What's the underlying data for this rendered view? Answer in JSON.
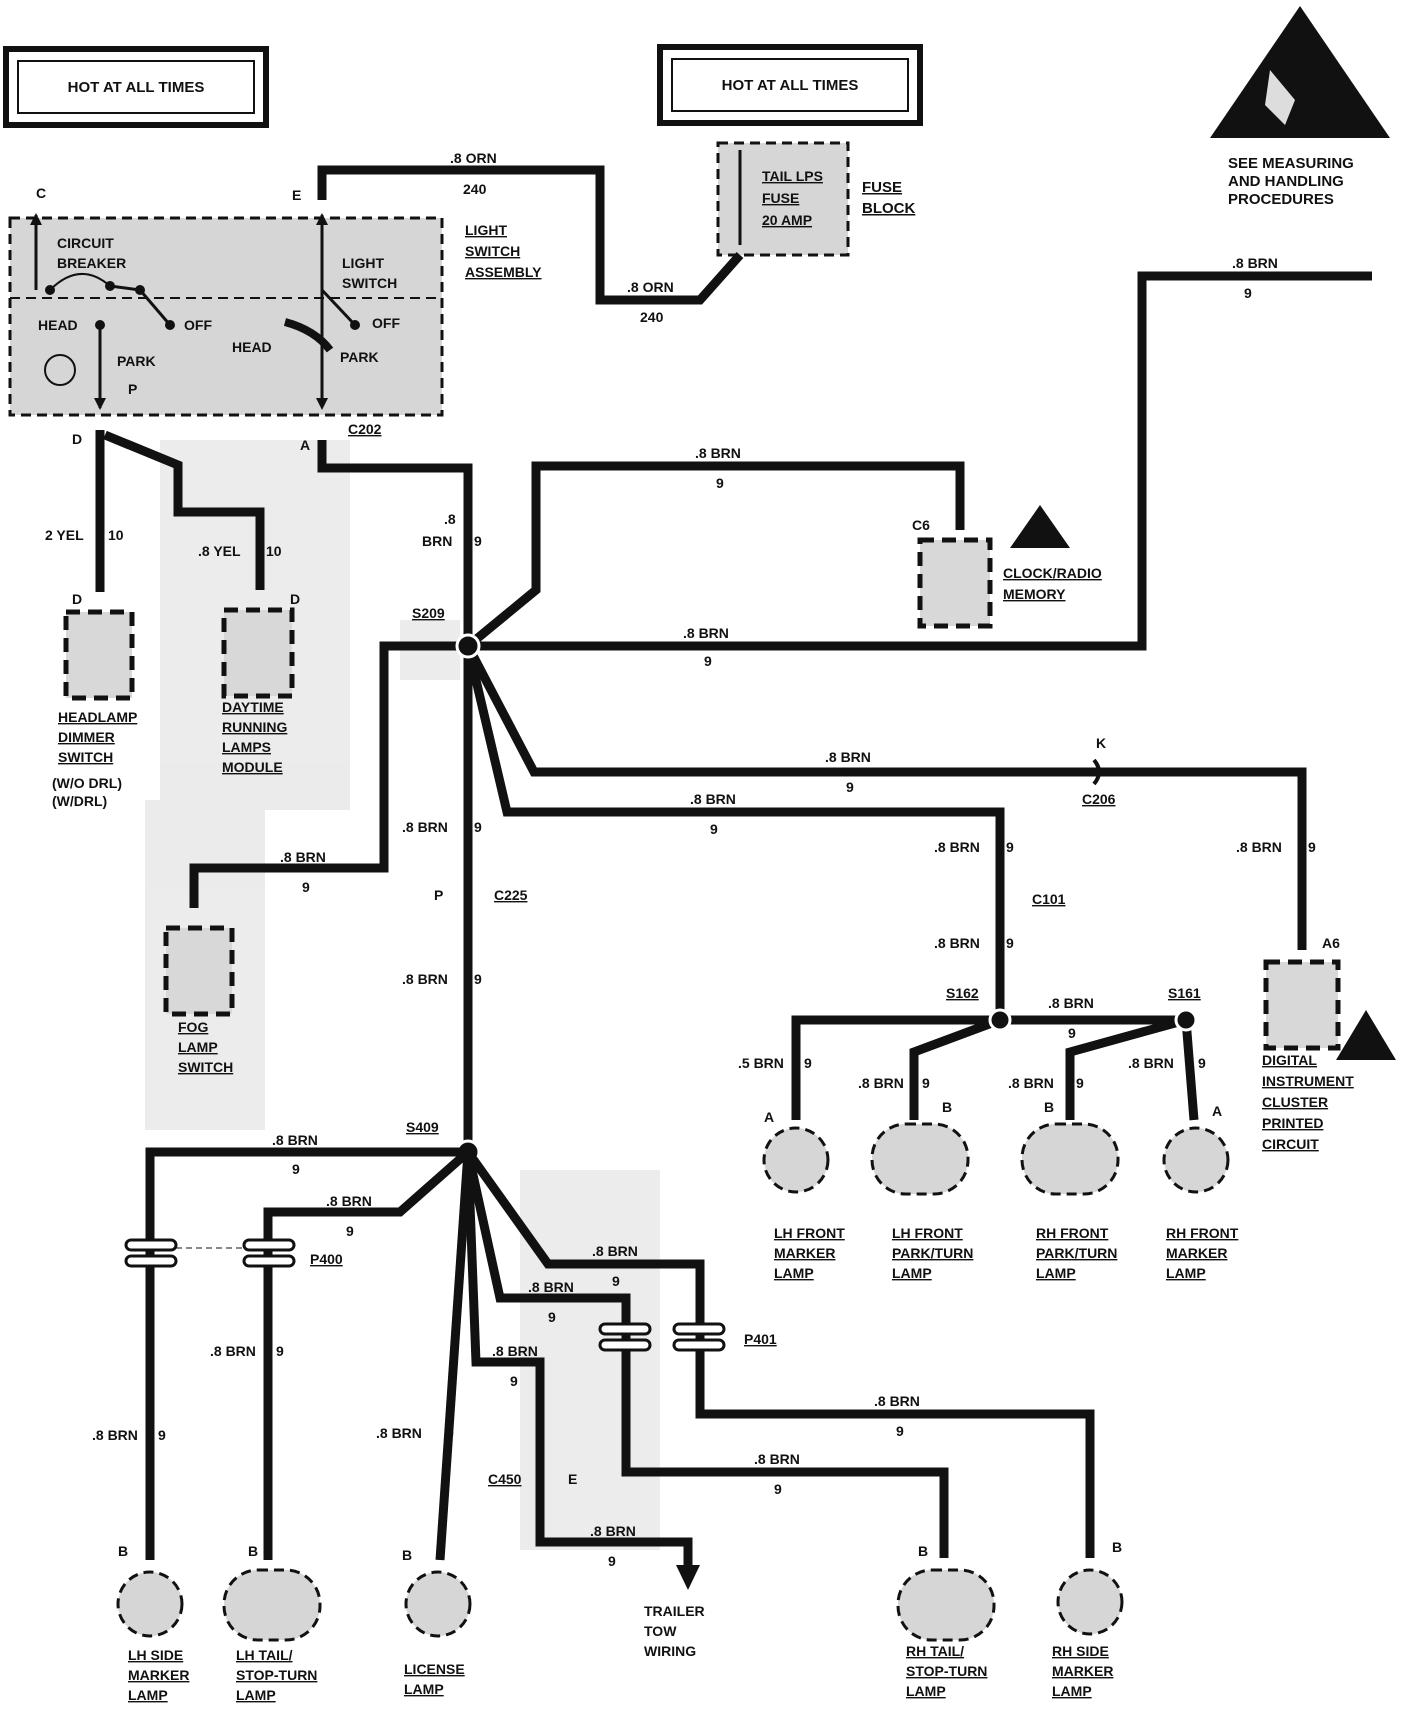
{
  "hot_boxes": [
    {
      "label": "HOT AT ALL TIMES"
    },
    {
      "label": "HOT AT ALL TIMES"
    }
  ],
  "esd_note": [
    "SEE MEASURING",
    "AND HANDLING",
    "PROCEDURES"
  ],
  "fuse_block": {
    "fuse_lines": [
      "TAIL LPS",
      "FUSE",
      "20 AMP"
    ],
    "label_lines": [
      "FUSE",
      "BLOCK"
    ]
  },
  "light_switch": {
    "assembly_lines": [
      "LIGHT",
      "SWITCH",
      "ASSEMBLY"
    ],
    "circuit_breaker": [
      "CIRCUIT",
      "BREAKER"
    ],
    "light_switch": [
      "LIGHT",
      "SWITCH"
    ],
    "head": "HEAD",
    "park": "PARK",
    "off": "OFF",
    "p": "P"
  },
  "connectors": {
    "c": "C",
    "e": "E",
    "d": "D",
    "a": "A",
    "c202": "C202",
    "c6": "C6",
    "k": "K",
    "c206": "C206",
    "p": "P",
    "c225": "C225",
    "c101": "C101",
    "a6": "A6",
    "c450": "C450",
    "e2": "E",
    "p400": "P400",
    "p401": "P401",
    "s209": "S209",
    "s409": "S409",
    "s162": "S162",
    "s161": "S161",
    "pin_a": "A",
    "pin_b": "B",
    "pin_d": "D"
  },
  "wires": {
    "orn": ".8 ORN",
    "orn_circuit": "240",
    "brn": ".8 BRN",
    "brn_circuit": "9",
    "brn_small": ".5 BRN",
    "yel2": "2 YEL",
    "yel8": ".8 YEL",
    "yel_circuit": "10",
    "brn_split_top": ".8",
    "brn_split_bottom": "BRN"
  },
  "components": {
    "clock_radio": [
      "CLOCK/RADIO",
      "MEMORY"
    ],
    "headlamp_dimmer": [
      "HEADLAMP",
      "DIMMER",
      "SWITCH"
    ],
    "drl_notes": [
      "(W/O DRL)",
      "(W/DRL)"
    ],
    "drl_module": [
      "DAYTIME",
      "RUNNING",
      "LAMPS",
      "MODULE"
    ],
    "fog_lamp": [
      "FOG",
      "LAMP",
      "SWITCH"
    ],
    "instrument_cluster": [
      "DIGITAL",
      "INSTRUMENT",
      "CLUSTER",
      "PRINTED",
      "CIRCUIT"
    ],
    "lh_front_marker": [
      "LH FRONT",
      "MARKER",
      "LAMP"
    ],
    "lh_front_park": [
      "LH FRONT",
      "PARK/TURN",
      "LAMP"
    ],
    "rh_front_park": [
      "RH FRONT",
      "PARK/TURN",
      "LAMP"
    ],
    "rh_front_marker": [
      "RH FRONT",
      "MARKER",
      "LAMP"
    ],
    "lh_side_marker": [
      "LH SIDE",
      "MARKER",
      "LAMP"
    ],
    "lh_tail": [
      "LH TAIL/",
      "STOP-TURN",
      "LAMP"
    ],
    "license": [
      "LICENSE",
      "LAMP"
    ],
    "trailer": [
      "TRAILER",
      "TOW",
      "WIRING"
    ],
    "rh_tail": [
      "RH TAIL/",
      "STOP-TURN",
      "LAMP"
    ],
    "rh_side_marker": [
      "RH SIDE",
      "MARKER",
      "LAMP"
    ]
  }
}
